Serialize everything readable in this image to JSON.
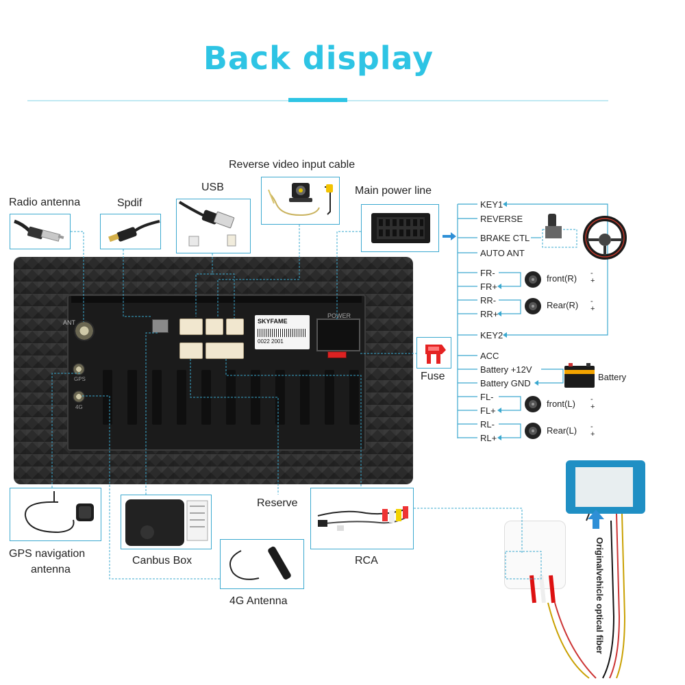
{
  "title": "Back display",
  "labels": {
    "reverse_video": "Reverse video input cable",
    "usb": "USB",
    "main_power": "Main power line",
    "radio_antenna": "Radio antenna",
    "spdif": "Spdif",
    "fuse": "Fuse",
    "battery": "Battery",
    "reserve": "Reserve",
    "gps_line1": "GPS navigation",
    "gps_line2": "antenna",
    "canbus": "Canbus Box",
    "rca": "RCA",
    "antenna_4g": "4G Antenna",
    "optical_fiber": "Originalvehicle optical fiber"
  },
  "wiring": {
    "key1": "KEY1",
    "reverse": "REVERSE",
    "brake": "BRAKE CTL",
    "auto_ant": "AUTO ANT",
    "fr_minus": "FR-",
    "fr_plus": "FR+",
    "rr_minus": "RR-",
    "rr_plus": "RR+",
    "key2": "KEY2",
    "acc": "ACC",
    "batt_plus": "Battery +12V",
    "batt_gnd": "Battery GND",
    "fl_minus": "FL-",
    "fl_plus": "FL+",
    "rl_minus": "RL-",
    "rl_plus": "RL+"
  },
  "speakers": {
    "front_r": "front(R)",
    "rear_r": "Rear(R)",
    "front_l": "front(L)",
    "rear_l": "Rear(L)",
    "minus": "-",
    "plus": "+"
  },
  "device": {
    "brand": "SKYFAME",
    "power_text": "POWER",
    "serial": "0022 2001",
    "port_ant": "ANT",
    "port_gps": "GPS",
    "port_4g": "4G"
  },
  "colors": {
    "accent": "#2ec4e4",
    "line": "#3aa8cf"
  }
}
